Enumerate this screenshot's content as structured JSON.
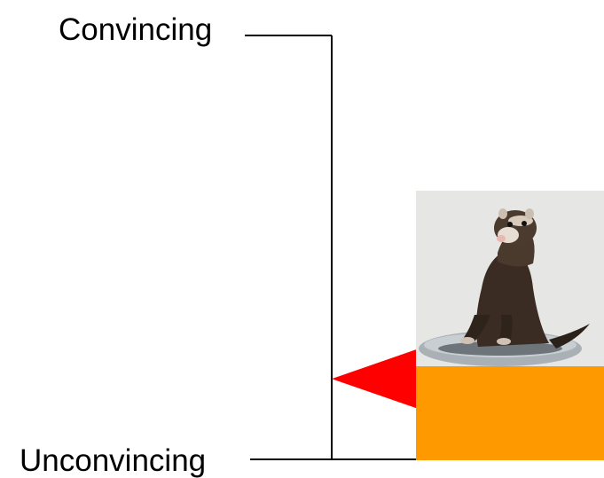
{
  "scale": {
    "top_label": "Convincing",
    "bottom_label": "Unconvincing",
    "marker_position": 0.81
  },
  "colors": {
    "marker": "#ff0000",
    "block": "#ff9900",
    "line": "#000000",
    "photo_bg": "#e6e6e4"
  },
  "image": {
    "icon": "ferret-photo"
  }
}
